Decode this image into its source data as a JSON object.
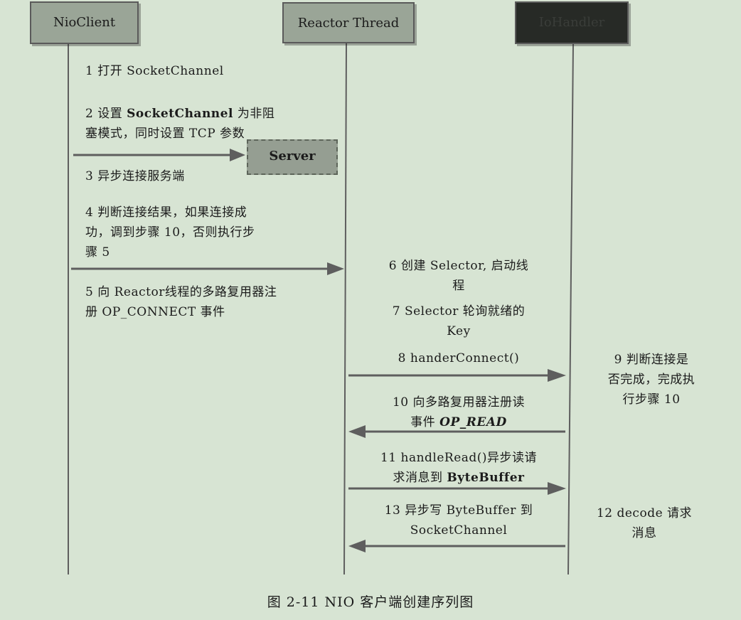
{
  "lifelines": {
    "client": "NioClient",
    "reactor": "Reactor Thread",
    "io_handler": "IoHandler"
  },
  "server_box": "Server",
  "steps": {
    "s1": {
      "text": "1  打开  SocketChannel"
    },
    "s2": {
      "pre": "2  设置 ",
      "bold": "SocketChannel",
      "post": " 为非阻",
      "line2": "塞模式，同时设置 TCP 参数"
    },
    "s3": {
      "text": "3  异步连接服务端"
    },
    "s4": {
      "line1": "4  判断连接结果，如果连接成",
      "line2": "功，调到步骤  10，否则执行步",
      "line3": "骤 5"
    },
    "s5": {
      "line1": "5 向 Reactor线程的多路复用器注",
      "line2": "册 OP_CONNECT 事件"
    },
    "s6": {
      "line1": "6  创建 Selector, 启动线",
      "line2": "程"
    },
    "s7": {
      "line1": "7 Selector 轮询就绪的",
      "line2": "Key"
    },
    "s8": {
      "text": "8  handerConnect()"
    },
    "s9": {
      "line1": "9  判断连接是",
      "line2": "否完成，完成执",
      "line3": "行步骤 10"
    },
    "s10": {
      "line1": "10  向多路复用器注册读",
      "pre2": "事件 ",
      "bold2": "OP_READ"
    },
    "s11": {
      "line1": "11 handleRead()异步读请",
      "pre2": "求消息到 ",
      "bold2": "ByteBuffer"
    },
    "s12": {
      "line1": "12 decode  请求",
      "line2": "消息"
    },
    "s13": {
      "line1": "13  异步写  ByteBuffer 到",
      "line2": "SocketChannel"
    }
  },
  "caption": "图 2-11    NIO 客户端创建序列图",
  "colors": {
    "background": "#d7e4d3",
    "box_gray": "#9aa597",
    "box_dark": "#272a26",
    "arrow": "#5e5e5e"
  }
}
